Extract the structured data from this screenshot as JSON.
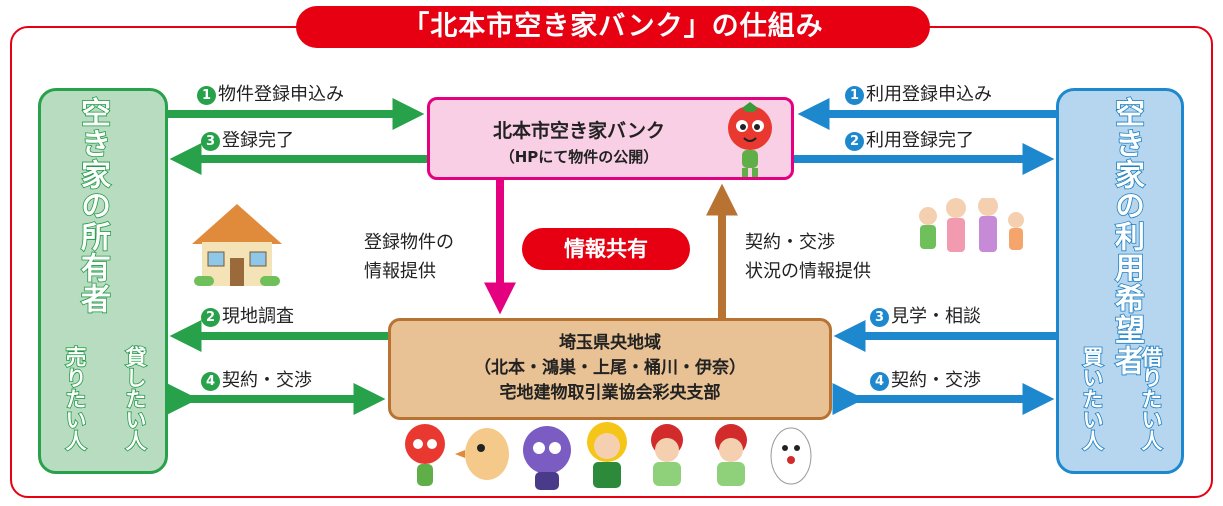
{
  "title": "「北本市空き家バンク」の仕組み",
  "left_box": {
    "title": "空き家の所有者",
    "sub1": "貸したい人",
    "sub2": "売りたい人"
  },
  "right_box": {
    "title": "空き家の利用希望者",
    "sub1": "借りたい人",
    "sub2": "買いたい人"
  },
  "bank_box": {
    "line1": "北本市空き家バンク",
    "line2": "（HPにて物件の公開）"
  },
  "assoc_box": {
    "line1": "埼玉県央地域",
    "line2": "（北本・鴻巣・上尾・桶川・伊奈）",
    "line3": "宅地建物取引業協会彩央支部"
  },
  "share_badge": "情報共有",
  "left_arrows": {
    "a1": {
      "num": "1",
      "text": "物件登録申込み"
    },
    "a3": {
      "num": "3",
      "text": "登録完了"
    },
    "a2": {
      "num": "2",
      "text": "現地調査"
    },
    "a4": {
      "num": "4",
      "text": "契約・交渉"
    }
  },
  "right_arrows": {
    "a1": {
      "num": "1",
      "text": "利用登録申込み"
    },
    "a2": {
      "num": "2",
      "text": "利用登録完了"
    },
    "a3": {
      "num": "3",
      "text": "見学・相談"
    },
    "a4": {
      "num": "4",
      "text": "契約・交渉"
    }
  },
  "center_left_text": {
    "line1": "登録物件の",
    "line2": "情報提供"
  },
  "center_right_text": {
    "line1": "契約・交渉",
    "line2": "状況の情報提供"
  },
  "colors": {
    "red": "#e60012",
    "green": "#27a14a",
    "blue": "#1e88cf",
    "pink": "#e4007f",
    "brown": "#b87333"
  }
}
